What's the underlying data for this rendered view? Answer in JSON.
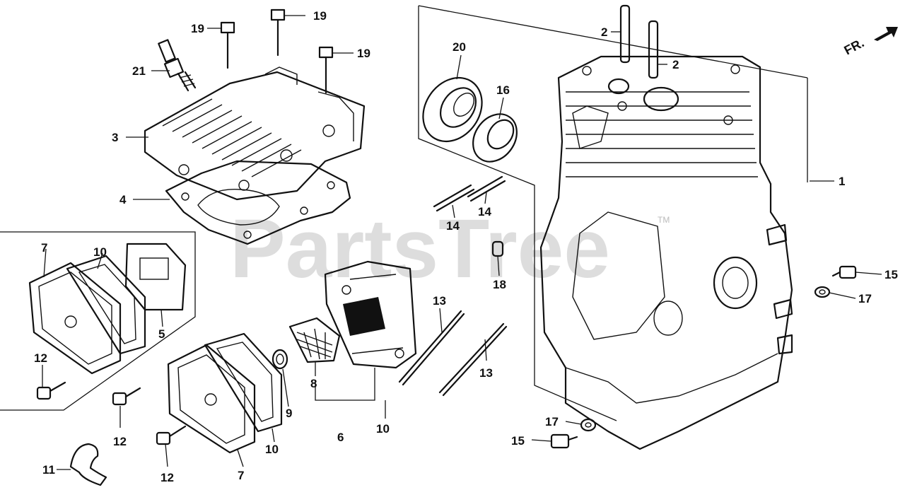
{
  "watermark": "PartsTree",
  "tm_mark": "TM",
  "direction_label": "FR.",
  "callouts": [
    "1",
    "2",
    "2",
    "3",
    "4",
    "5",
    "6",
    "7",
    "7",
    "8",
    "9",
    "10",
    "10",
    "10",
    "11",
    "12",
    "12",
    "12",
    "13",
    "13",
    "14",
    "14",
    "15",
    "15",
    "16",
    "17",
    "17",
    "18",
    "19",
    "19",
    "19",
    "20",
    "21"
  ]
}
